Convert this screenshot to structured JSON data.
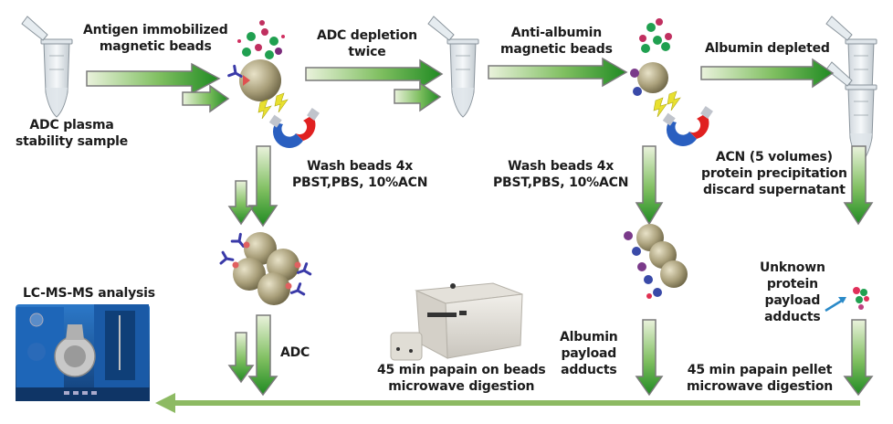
{
  "title": "ADC plasma stability sample workflow",
  "labels": {
    "sample": [
      "ADC plasma",
      "stability sample"
    ],
    "antigen_beads": [
      "Antigen immobilized",
      "magnetic beads"
    ],
    "adc_depletion": [
      "ADC depletion",
      "twice"
    ],
    "anti_albumin_beads": [
      "Anti-albumin",
      "magnetic beads"
    ],
    "albumin_depleted": "Albumin depleted",
    "wash1": [
      "Wash beads 4x",
      "PBST,PBS, 10%ACN"
    ],
    "wash2": [
      "Wash beads 4x",
      "PBST,PBS, 10%ACN"
    ],
    "acn": [
      "ACN (5 volumes)",
      "protein precipitation",
      "discard supernatant"
    ],
    "unknown": [
      "Unknown",
      "protein",
      "payload",
      "adducts"
    ],
    "lcms": "LC-MS-MS analysis",
    "adc": "ADC",
    "papain_beads": [
      "45 min papain on beads",
      "microwave digestion"
    ],
    "albumin_payload": [
      "Albumin",
      "payload",
      "adducts"
    ],
    "papain_pellet": [
      "45 min papain pellet",
      "microwave digestion"
    ]
  },
  "colors": {
    "arrow_dark": "#1e8a1e",
    "arrow_light": "#e6f0d6",
    "arrow_border": "#7a7a7a",
    "bottom_arrow": "#8dba63",
    "bead": "#a89f7c",
    "magnet_red": "#e02020",
    "magnet_blue": "#2a5fc0",
    "instrument_blue": "#1d5fa8"
  }
}
